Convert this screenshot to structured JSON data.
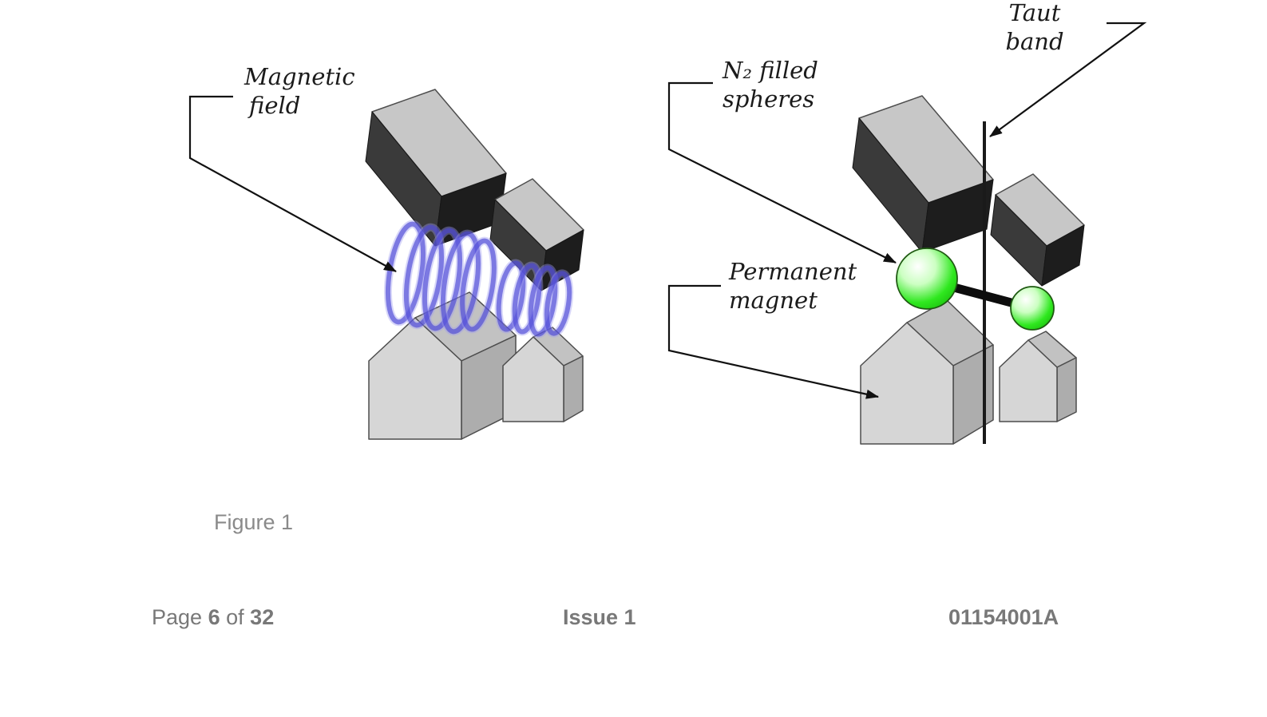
{
  "figure": {
    "caption": "Figure 1"
  },
  "labels": {
    "magnetic_field": {
      "line1": "Magnetic",
      "line2": "field"
    },
    "n2_spheres": {
      "line1": "N₂ filled",
      "line2": "spheres"
    },
    "permanent_magnet": {
      "line1": "Permanent",
      "line2": "magnet"
    },
    "taut_band": {
      "line1": "Taut",
      "line2": "band"
    }
  },
  "footer": {
    "page_word": "Page",
    "page_number": "6",
    "of_word": "of",
    "page_total": "32",
    "issue": "Issue 1",
    "doc_number": "01154001A"
  },
  "colors": {
    "field_ring": "#4b47d6",
    "field_ring_light": "#9d9af0",
    "sphere_green": "#2fe81f",
    "sphere_edge": "#17b80a",
    "magnet_light": "#c7c7c7",
    "magnet_dark": "#1d1d1d",
    "leader": "#111111"
  }
}
